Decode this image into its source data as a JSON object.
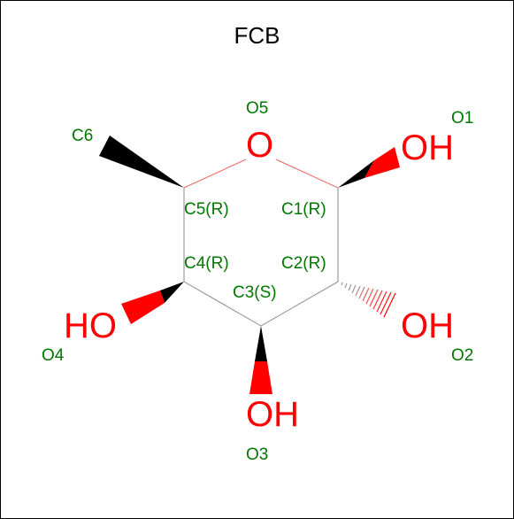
{
  "title": "FCB",
  "colors": {
    "atom_label": "#007700",
    "heteroatom": "#ff0000",
    "bond": "#888888",
    "wedge": "#000000"
  },
  "heteroatoms": {
    "ring_oxygen": "O",
    "oh1": "OH",
    "oh2": "OH",
    "oh3": "OH",
    "oh4": "HO"
  },
  "atom_labels": {
    "o5": "O5",
    "o1": "O1",
    "c6": "C6",
    "c5": "C5(R)",
    "c1": "C1(R)",
    "c4": "C4(R)",
    "c2": "C2(R)",
    "c3": "C3(S)",
    "o4": "O4",
    "o2": "O2",
    "o3": "O3"
  }
}
